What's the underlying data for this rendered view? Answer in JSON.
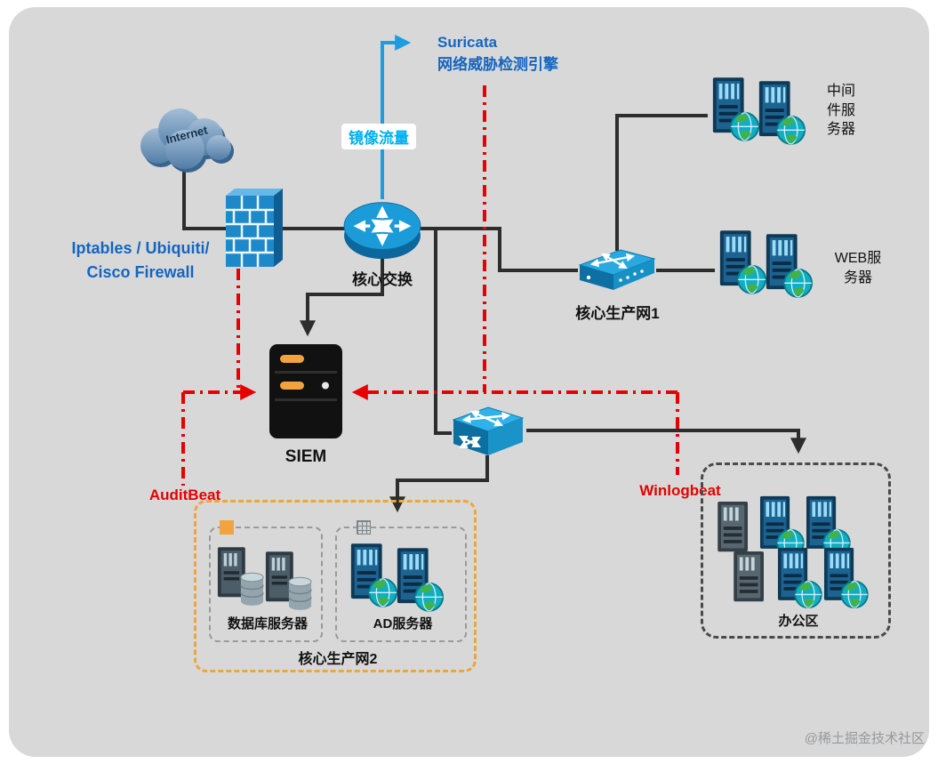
{
  "colors": {
    "blue_text": "#1565c0",
    "cyan": "#00b0f0",
    "red": "#e60000",
    "orange": "#f2a33c",
    "line": "#2d2d2d",
    "switch_blue": "#1b9cd8"
  },
  "nodes": {
    "internet": {
      "label": "Internet"
    },
    "firewall": {
      "label": "Iptables / Ubiquiti/\nCisco Firewall"
    },
    "suricata": {
      "label": "Suricata\n网络威胁检测引擎"
    },
    "mirror_traffic": {
      "label": "镜像流量"
    },
    "core_switch": {
      "label": "核心交换"
    },
    "prod_net1": {
      "label": "核心生产网1"
    },
    "middleware": {
      "label": "中间件服务器"
    },
    "web": {
      "label": "WEB服务器"
    },
    "siem": {
      "label": "SIEM"
    },
    "auditbeat": {
      "label": "AuditBeat"
    },
    "winlogbeat": {
      "label": "Winlogbeat"
    },
    "db": {
      "label": "数据库服务器"
    },
    "ad": {
      "label": "AD服务器"
    },
    "prod_net2": {
      "label": "核心生产网2"
    },
    "office": {
      "label": "办公区"
    }
  },
  "watermark": "@稀土掘金技术社区"
}
